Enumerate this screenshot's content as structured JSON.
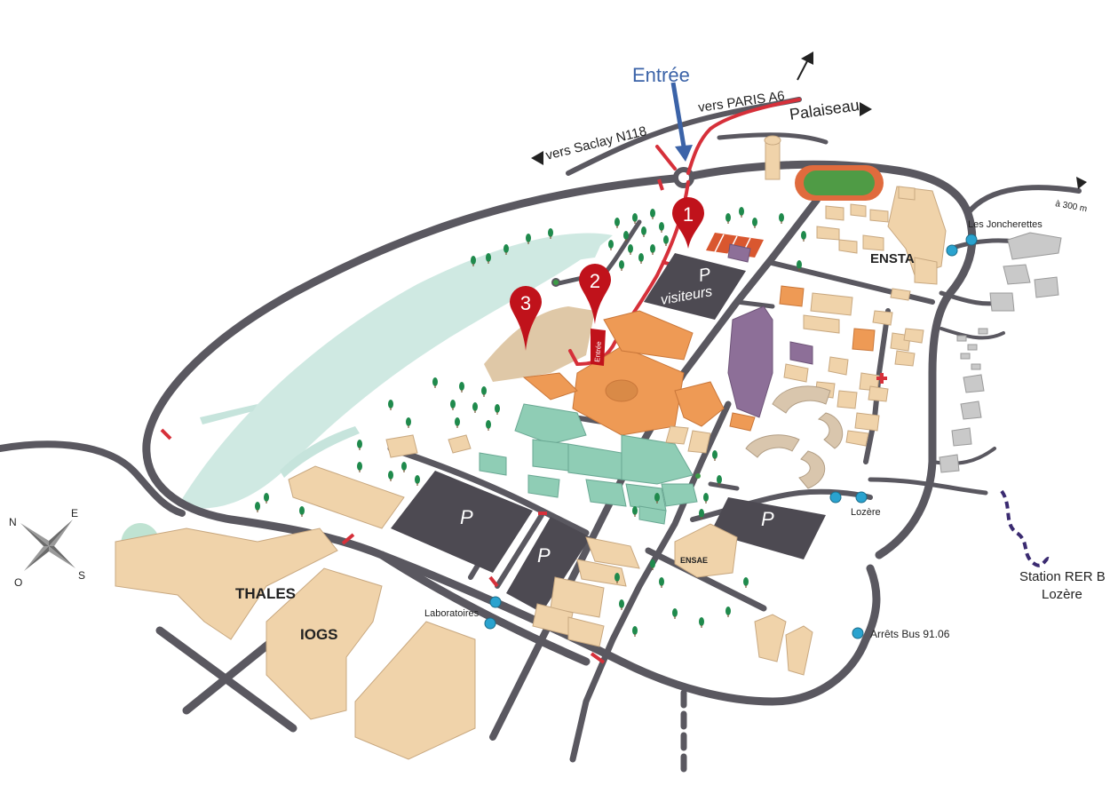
{
  "colors": {
    "road": "#5a5860",
    "route_red": "#d6303a",
    "entrance_blue": "#3b63a8",
    "parking": "#4d4a52",
    "building_beige": "#f0d3aa",
    "building_orange": "#ee9a55",
    "building_green": "#8fcdb5",
    "building_purple": "#8d6f98",
    "water": "#c9e6de",
    "tree": "#1f8a4c",
    "bus_stop": "#2aa3cf",
    "marker": "#c0121b"
  },
  "labels": {
    "entree_arrow": "Entrée",
    "vers_paris": "vers PARIS A6",
    "palaiseau": "Palaiseau",
    "vers_saclay": "vers Saclay N118",
    "a300m": "à 300 m",
    "les_joncherettes": "Les Joncherettes",
    "ensta": "ENSTA",
    "visiteurs": "visiteurs",
    "parking_p": "P",
    "entree_small": "Entrée",
    "thales": "THALES",
    "iogs": "IOGS",
    "laboratoires": "Laboratoires",
    "lozere": "Lozère",
    "ensae": "ENSAE",
    "station_line1": "Station RER B",
    "station_line2": "Lozère",
    "bus_legend": "Arrêts Bus 91.06"
  },
  "compass": {
    "n": "N",
    "e": "E",
    "s": "S",
    "o": "O"
  },
  "markers": [
    "1",
    "2",
    "3"
  ]
}
